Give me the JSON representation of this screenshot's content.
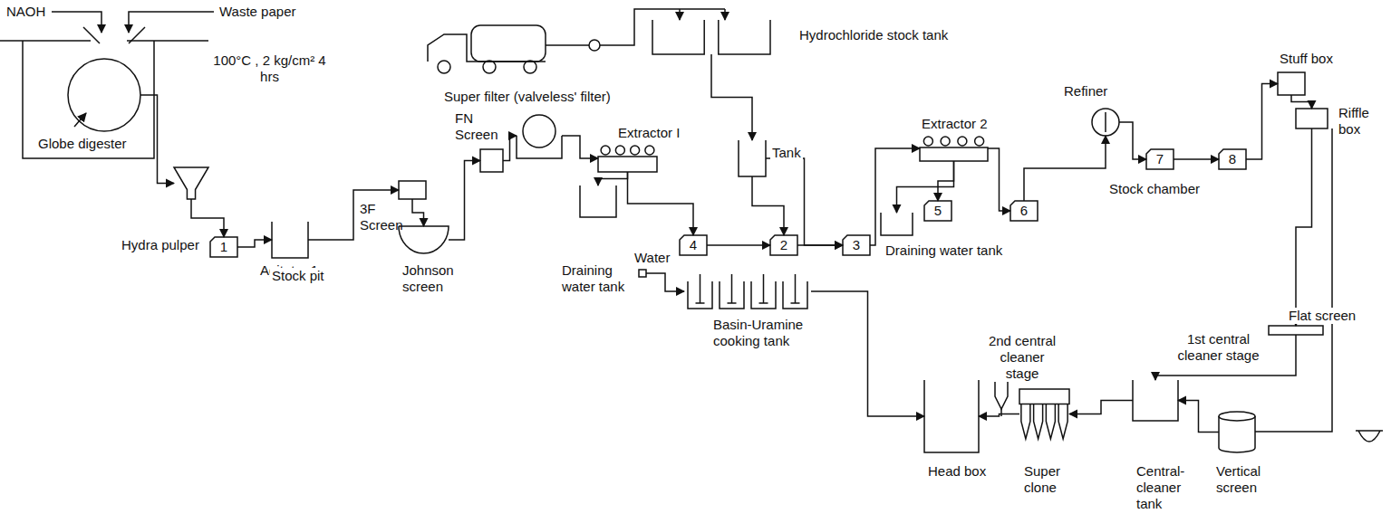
{
  "diagram": {
    "nodes": [
      {
        "text": [
          "Globe digester"
        ]
      },
      {
        "text": [
          "Hydra pulper"
        ]
      },
      {
        "text": [
          "1",
          "Agitator 1"
        ]
      },
      {
        "text": [
          "Stock pit"
        ]
      },
      {
        "text": [
          "3F Screen"
        ]
      },
      {
        "text": [
          "Johnson screen"
        ]
      },
      {
        "text": [
          "FN Screen"
        ]
      },
      {
        "text": [
          "Super filter (valveless' filter)"
        ]
      },
      {
        "text": [
          "Extractor I"
        ]
      },
      {
        "text": [
          "Draining water tank"
        ]
      },
      {
        "text": [
          "Hydrochloride stock tank"
        ]
      },
      {
        "text": [
          "Tank"
        ]
      },
      {
        "text": [
          "4"
        ]
      },
      {
        "text": [
          "2"
        ]
      },
      {
        "text": [
          "3"
        ]
      },
      {
        "text": [
          "Extractor 2"
        ]
      },
      {
        "text": [
          "5"
        ]
      },
      {
        "text": [
          "Draining water tank"
        ]
      },
      {
        "text": [
          "6"
        ]
      },
      {
        "text": [
          "Refiner"
        ]
      },
      {
        "text": [
          "7",
          "Stock chamber"
        ]
      },
      {
        "text": [
          "8"
        ]
      },
      {
        "text": [
          "Stuff box"
        ]
      },
      {
        "text": [
          "Riffle box"
        ]
      },
      {
        "text": [
          "Water"
        ]
      },
      {
        "text": [
          "Basin-Uramine cooking tank"
        ]
      },
      {
        "text": [
          "Head box"
        ]
      },
      {
        "text": [
          "Super clone"
        ]
      },
      {
        "text": [
          "Central-cleaner tank"
        ]
      },
      {
        "text": [
          "Flat screen"
        ]
      },
      {
        "text": [
          "Vertical screen"
        ]
      }
    ],
    "edges": [
      {
        "from": 0,
        "to": 1,
        "arrow": "to"
      },
      {
        "from": 1,
        "to": 2,
        "arrow": "to"
      },
      {
        "from": 2,
        "to": 3,
        "arrow": "to"
      },
      {
        "from": 3,
        "to": 4,
        "arrow": "to"
      },
      {
        "from": 4,
        "to": 5,
        "arrow": "to"
      },
      {
        "from": 5,
        "to": 6,
        "arrow": "to"
      },
      {
        "from": 6,
        "to": 7,
        "arrow": "to"
      },
      {
        "from": 7,
        "to": 8,
        "arrow": "to"
      },
      {
        "from": 8,
        "to": 9,
        "arrow": "to"
      },
      {
        "from": 8,
        "to": 12,
        "arrow": "to"
      },
      {
        "from": 12,
        "to": 13,
        "arrow": "to"
      },
      {
        "from": 10,
        "to": 11,
        "arrow": "to"
      },
      {
        "from": 11,
        "to": 13,
        "arrow": "to"
      },
      {
        "from": 11,
        "to": 14,
        "arrow": "to"
      },
      {
        "from": 13,
        "to": 14,
        "arrow": "to"
      },
      {
        "from": 14,
        "to": 15,
        "arrow": "to"
      },
      {
        "from": 15,
        "to": 16,
        "arrow": "to"
      },
      {
        "from": 15,
        "to": 17,
        "arrow": "to"
      },
      {
        "from": 15,
        "to": 18,
        "arrow": "to"
      },
      {
        "from": 18,
        "to": 19,
        "arrow": "to"
      },
      {
        "from": 19,
        "to": 20,
        "arrow": "to"
      },
      {
        "from": 20,
        "to": 21,
        "arrow": "to"
      },
      {
        "from": 21,
        "to": 22,
        "arrow": "to"
      },
      {
        "from": 22,
        "to": 23,
        "arrow": "to"
      },
      {
        "from": 23,
        "to": 29,
        "arrow": "to"
      },
      {
        "from": 29,
        "to": 28,
        "arrow": "to"
      },
      {
        "from": 30,
        "to": 28,
        "arrow": "to"
      },
      {
        "from": 28,
        "to": 27,
        "arrow": "to"
      },
      {
        "from": 27,
        "to": 26,
        "arrow": "to"
      },
      {
        "from": 24,
        "to": 25,
        "arrow": "to"
      },
      {
        "from": 25,
        "to": 26,
        "arrow": "to"
      }
    ],
    "labels": [
      "NAOH",
      "Waste paper",
      "100°C , 2 kg/cm² 4 hrs",
      "2nd central cleaner stage",
      "1st central cleaner stage"
    ]
  }
}
